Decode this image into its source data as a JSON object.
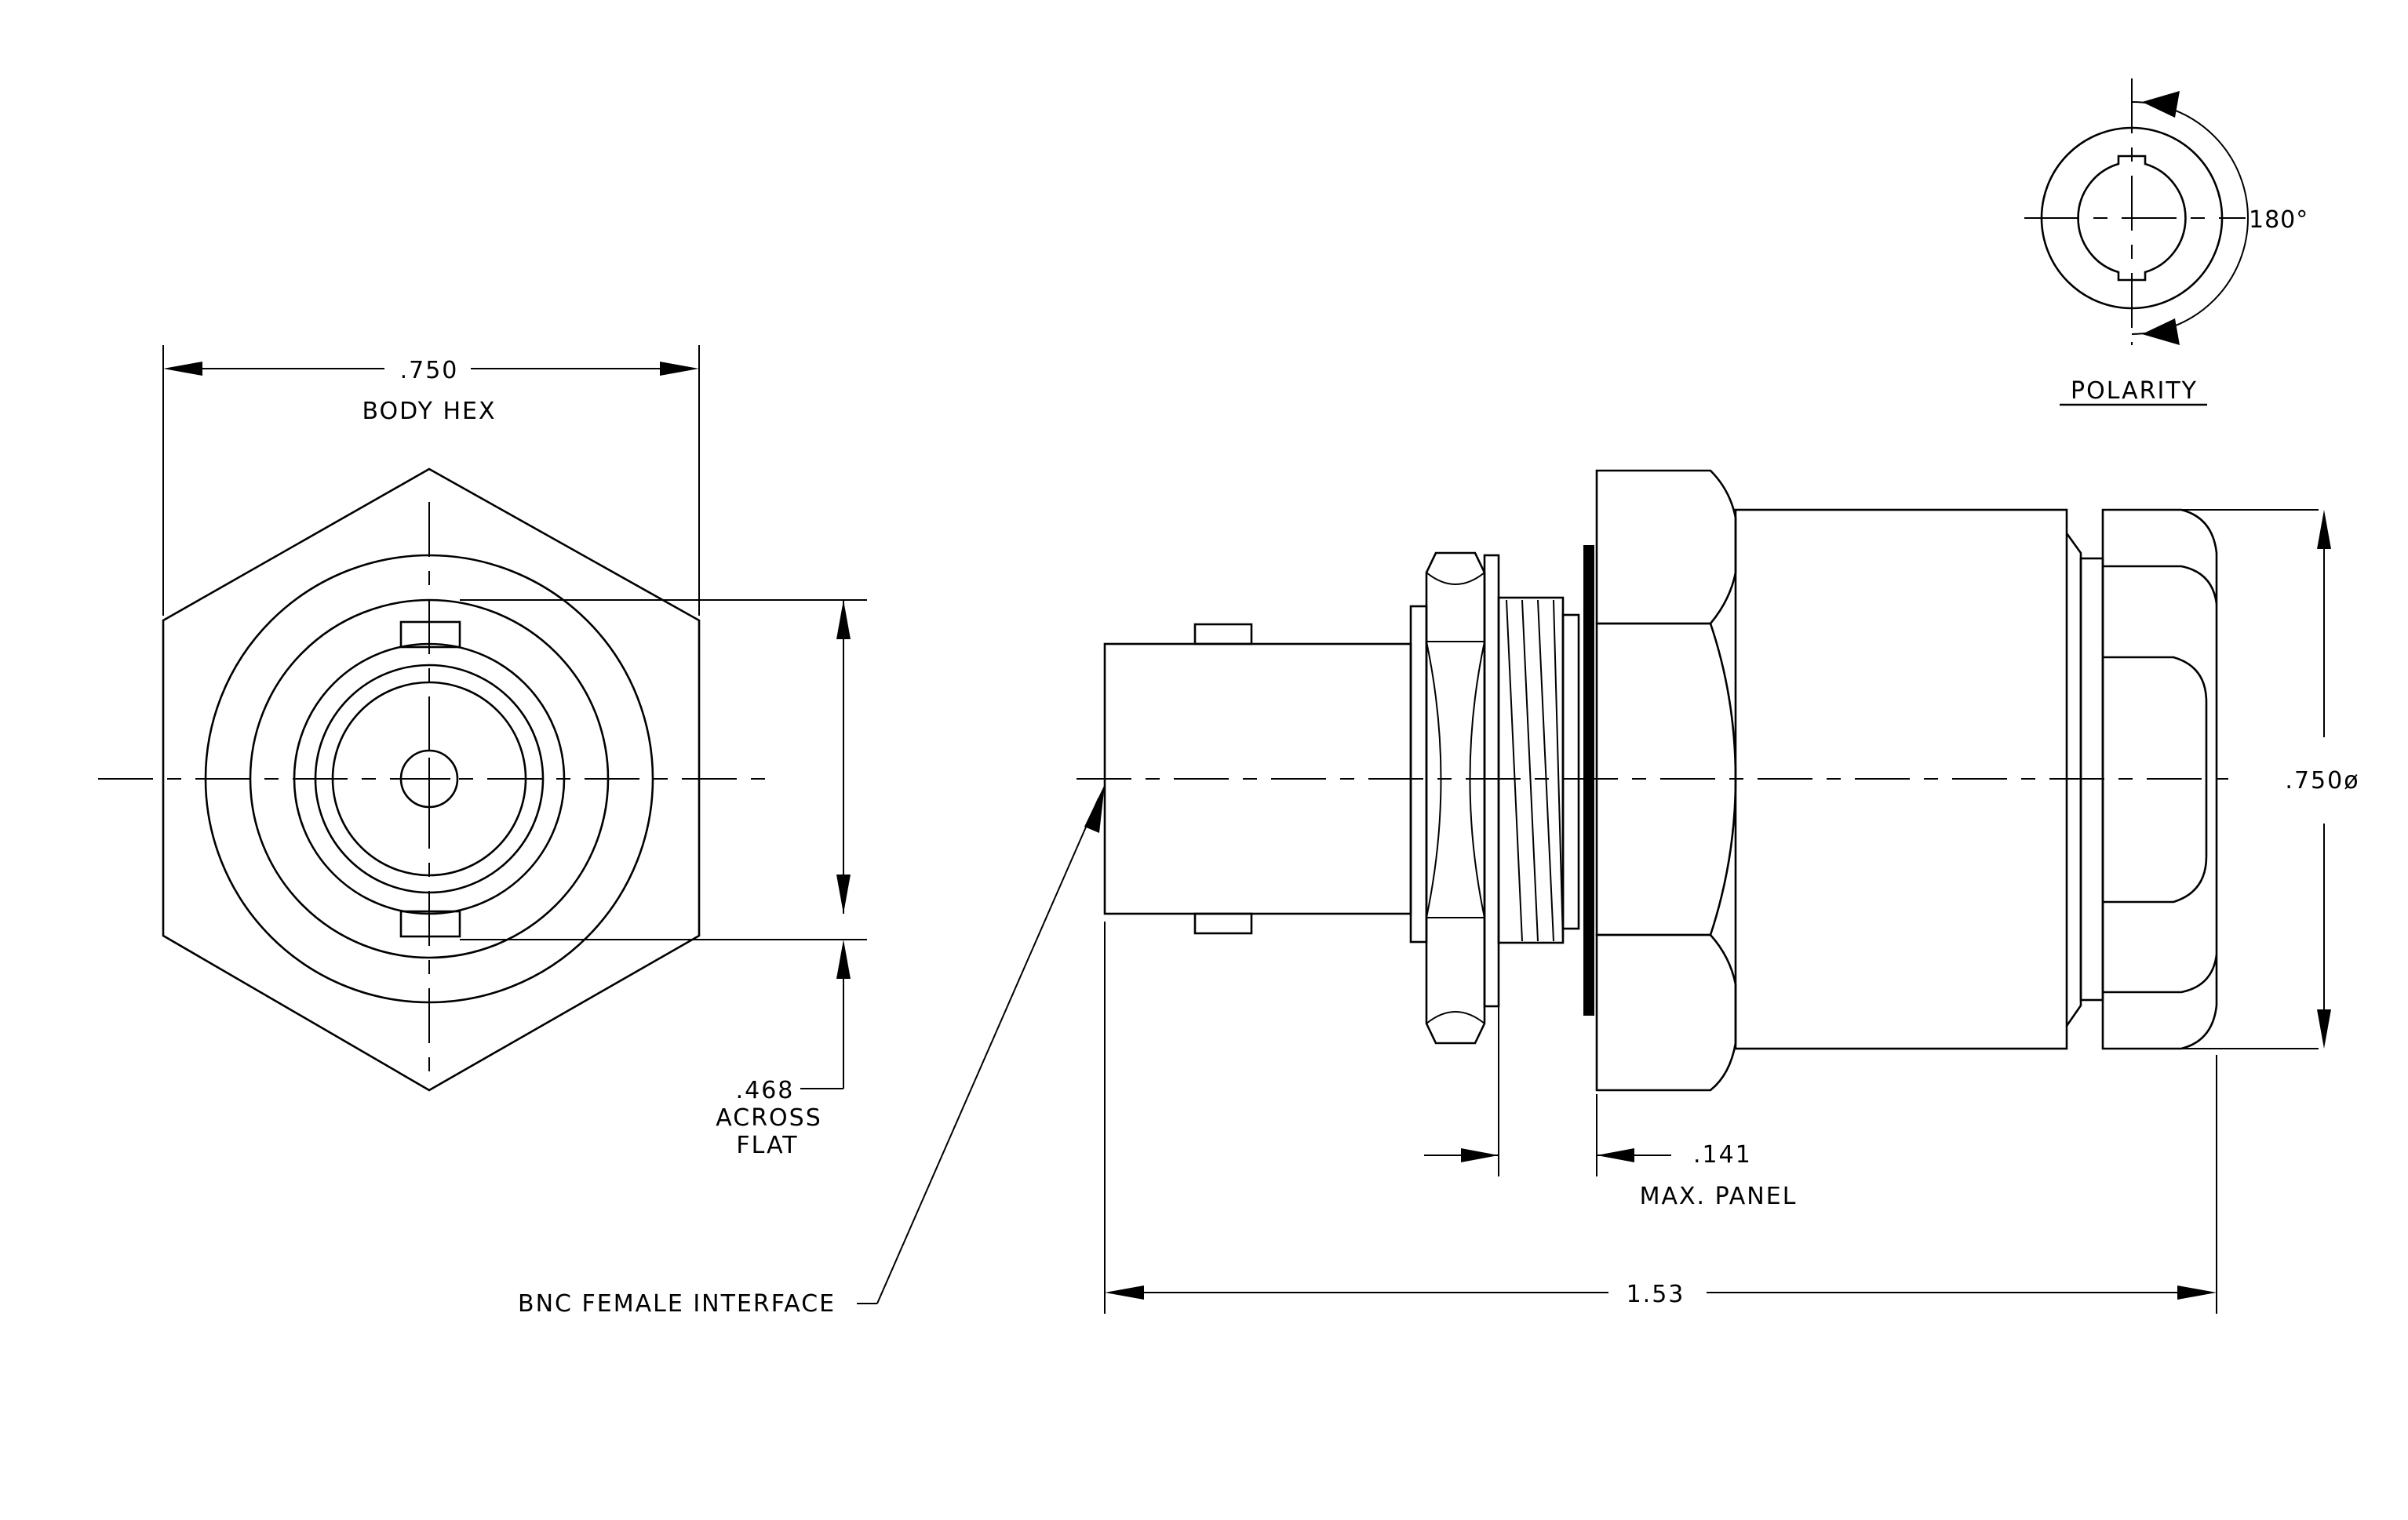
{
  "labels": {
    "body_hex_dim": ".750",
    "body_hex": "BODY HEX",
    "across_flat_dim": ".468",
    "across": "ACROSS",
    "flat": "FLAT",
    "polarity": "POLARITY",
    "angle": "180°",
    "diameter": ".750ø",
    "panel_dim": ".141",
    "max_panel": "MAX. PANEL",
    "length_dim": "1.53",
    "bnc_interface": "BNC FEMALE INTERFACE"
  },
  "colors": {
    "line": "#000000",
    "background": "#ffffff"
  }
}
